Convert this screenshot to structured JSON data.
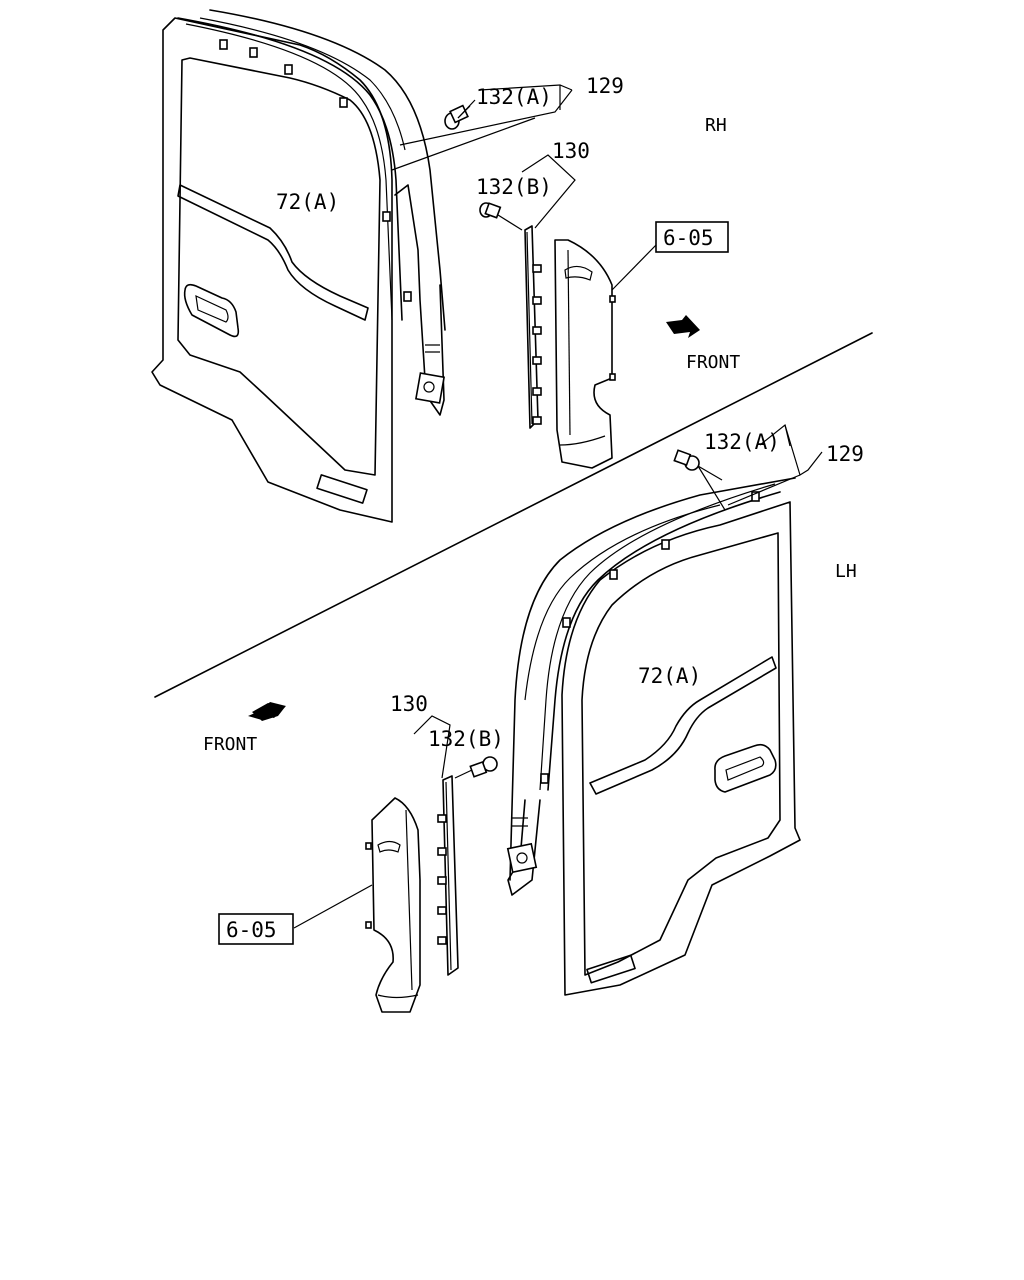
{
  "rh": {
    "side": "RH",
    "front": "FRONT",
    "callouts": {
      "p129": "129",
      "p130": "130",
      "p132a": "132(A)",
      "p132b": "132(B)",
      "p72a": "72(A)",
      "ref": "6-05"
    }
  },
  "lh": {
    "side": "LH",
    "front": "FRONT",
    "callouts": {
      "p129": "129",
      "p130": "130",
      "p132a": "132(A)",
      "p132b": "132(B)",
      "p72a": "72(A)",
      "ref": "6-05"
    }
  }
}
